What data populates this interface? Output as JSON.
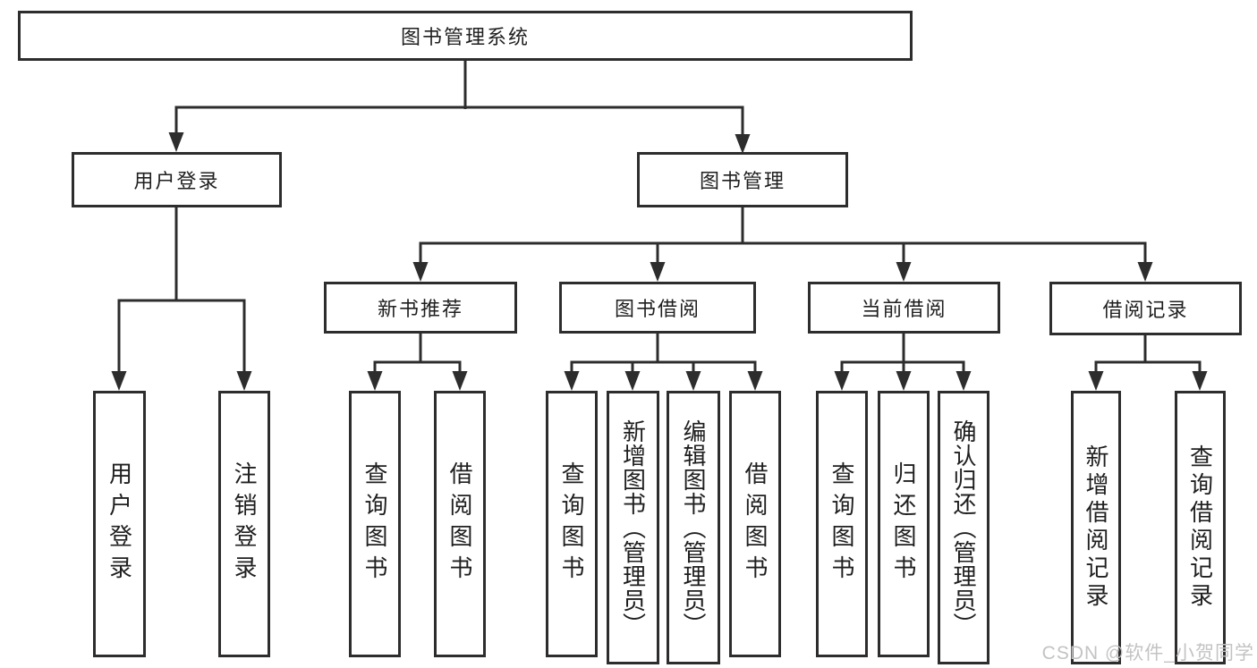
{
  "diagram": {
    "root": {
      "label": "图书管理系统"
    },
    "level2": [
      {
        "label": "用户登录"
      },
      {
        "label": "图书管理"
      }
    ],
    "level3": [
      {
        "label": "新书推荐"
      },
      {
        "label": "图书借阅"
      },
      {
        "label": "当前借阅"
      },
      {
        "label": "借阅记录"
      }
    ],
    "leaves": [
      {
        "label": "用户登录"
      },
      {
        "label": "注销登录"
      },
      {
        "label": "查询图书"
      },
      {
        "label": "借阅图书"
      },
      {
        "label": "查询图书"
      },
      {
        "label": "新增图书（管理员）"
      },
      {
        "label": "编辑图书（管理员）"
      },
      {
        "label": "借阅图书"
      },
      {
        "label": "查询图书"
      },
      {
        "label": "归还图书"
      },
      {
        "label": "确认归还（管理员）"
      },
      {
        "label": "新增借阅记录"
      },
      {
        "label": "查询借阅记录"
      }
    ]
  },
  "watermark": {
    "text": "CSDN @软件_小贺同学"
  },
  "colors": {
    "line": "#2d2d2d",
    "text": "#1f1f1f",
    "background": "#ffffff",
    "watermark": "#c3c3c3"
  }
}
